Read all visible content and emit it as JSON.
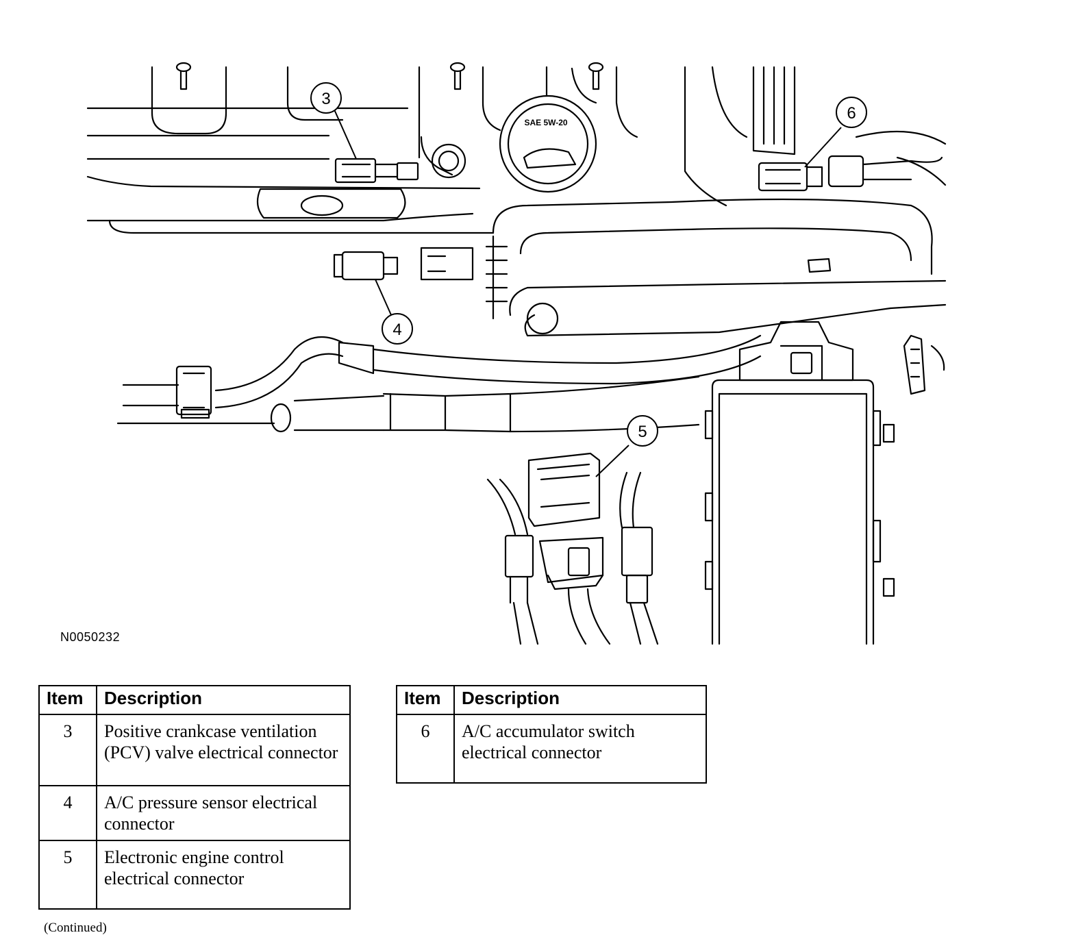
{
  "diagram": {
    "figure_id": "N0050232",
    "callouts": [
      "3",
      "4",
      "5",
      "6"
    ],
    "cap_label": "SAE 5W-20"
  },
  "legend_left": {
    "header_item": "Item",
    "header_description": "Description",
    "rows": [
      {
        "item": "3",
        "description": "Positive crankcase ventilation (PCV) valve electrical connector"
      },
      {
        "item": "4",
        "description": "A/C pressure sensor electrical connector"
      },
      {
        "item": "5",
        "description": "Electronic engine control electrical connector"
      }
    ]
  },
  "legend_right": {
    "header_item": "Item",
    "header_description": "Description",
    "rows": [
      {
        "item": "6",
        "description": "A/C accumulator switch electrical connector"
      }
    ]
  },
  "footer": {
    "continued": "(Continued)"
  }
}
